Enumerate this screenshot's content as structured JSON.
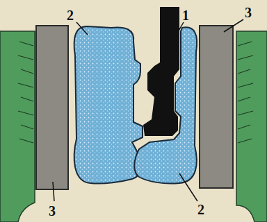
{
  "diagram": {
    "labels": [
      "2",
      "1",
      "3",
      "3",
      "2"
    ]
  }
}
